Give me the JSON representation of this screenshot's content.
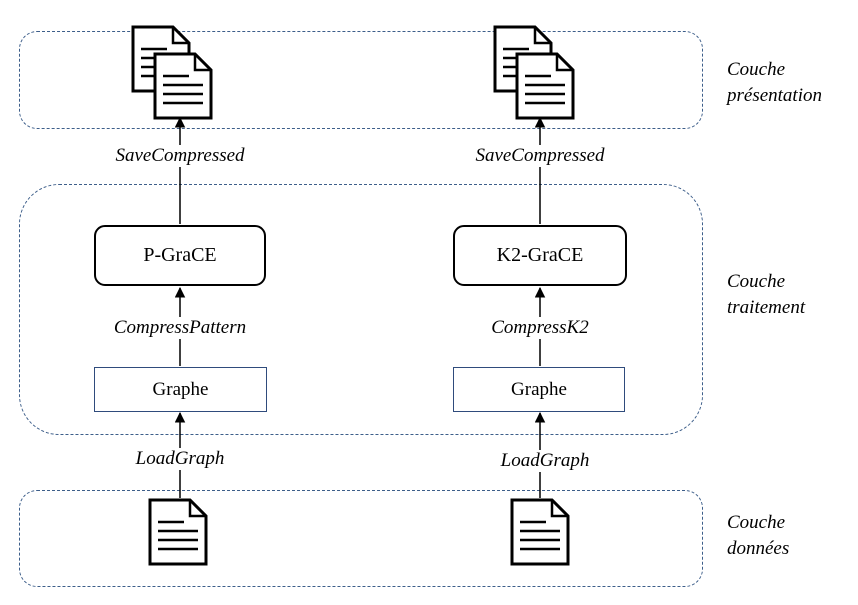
{
  "layers": {
    "presentation": {
      "line1": "Couche",
      "line2": "présentation"
    },
    "traitement": {
      "line1": "Couche",
      "line2": "traitement"
    },
    "donnees": {
      "line1": "Couche",
      "line2": "données"
    }
  },
  "pipelines": [
    {
      "save_op": "SaveCompressed",
      "module": "P-GraCE",
      "compress_op": "CompressPattern",
      "graph": "Graphe",
      "load_op": "LoadGraph"
    },
    {
      "save_op": "SaveCompressed",
      "module": "K2-GraCE",
      "compress_op": "CompressK2",
      "graph": "Graphe",
      "load_op": "LoadGraph"
    }
  ],
  "icons": {
    "output_documents": "documents-icon",
    "input_document": "document-icon"
  }
}
